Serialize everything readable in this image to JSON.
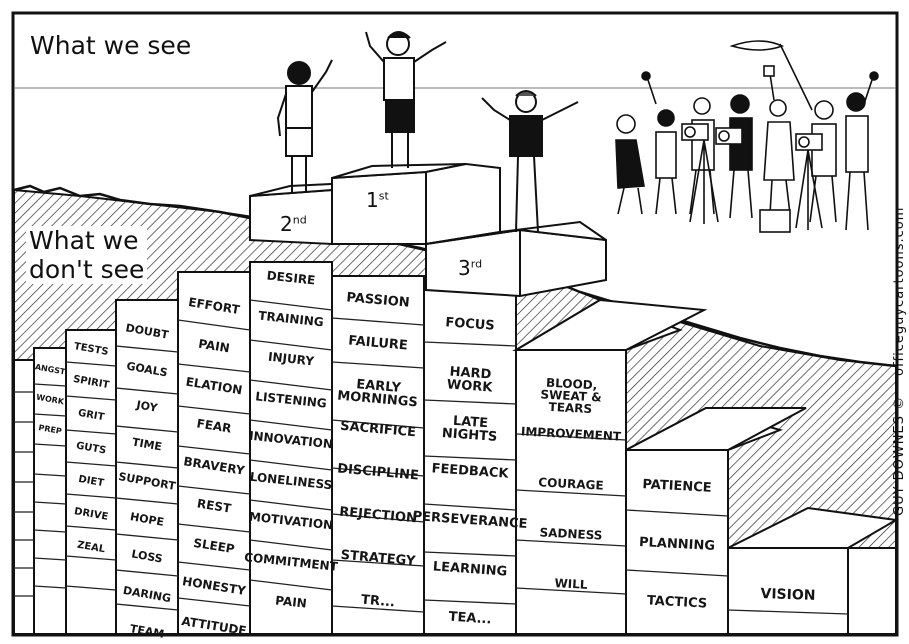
{
  "captions": {
    "top": "What we see",
    "bottom": "What we\ndon't see"
  },
  "podium": {
    "first": "1",
    "first_suffix": "st",
    "second": "2",
    "second_suffix": "nd",
    "third": "3",
    "third_suffix": "rd"
  },
  "credits": {
    "website": "officeguycartoons.com",
    "author": "GUY DOWNES ©"
  },
  "columns": [
    {
      "words": [
        "DESIRE",
        "TRAINING",
        "INJURY",
        "LISTENING",
        "INNOVATION",
        "LONELINESS",
        "MOTIVATION",
        "COMMITMENT",
        "PAIN"
      ]
    },
    {
      "words": [
        "PASSION",
        "FAILURE",
        "EARLY\nMORNINGS",
        "SACRIFICE",
        "DISCIPLINE",
        "REJECTION",
        "STRATEGY",
        "TR..."
      ]
    },
    {
      "words": [
        "FOCUS",
        "HARD\nWORK",
        "LATE\nNIGHTS",
        "FEEDBACK",
        "PERSEVERANCE",
        "LEARNING",
        "TEA..."
      ]
    },
    {
      "words": [
        "BLOOD,\nSWEAT &\nTEARS",
        "IMPROVEMENT",
        "COURAGE",
        "SADNESS",
        "WILL"
      ]
    },
    {
      "words": [
        "PATIENCE",
        "PLANNING",
        "TACTICS"
      ]
    },
    {
      "words": [
        "VISION"
      ]
    },
    {
      "words": [
        "EFFORT",
        "PAIN",
        "ELATION",
        "FEAR",
        "BRAVERY",
        "REST",
        "SLEEP",
        "HONESTY",
        "ATTITUDE"
      ]
    },
    {
      "words": [
        "DOUBT",
        "GOALS",
        "JOY",
        "TIME",
        "SUPPORT",
        "HOPE",
        "LOSS",
        "DARING",
        "TEAM"
      ]
    },
    {
      "words": [
        "TESTS",
        "SPIRIT",
        "GRIT",
        "GUTS",
        "DIET",
        "DRIVE",
        "ZEAL"
      ]
    },
    {
      "words": [
        "ANGST",
        "WORK",
        "PREP"
      ]
    }
  ]
}
